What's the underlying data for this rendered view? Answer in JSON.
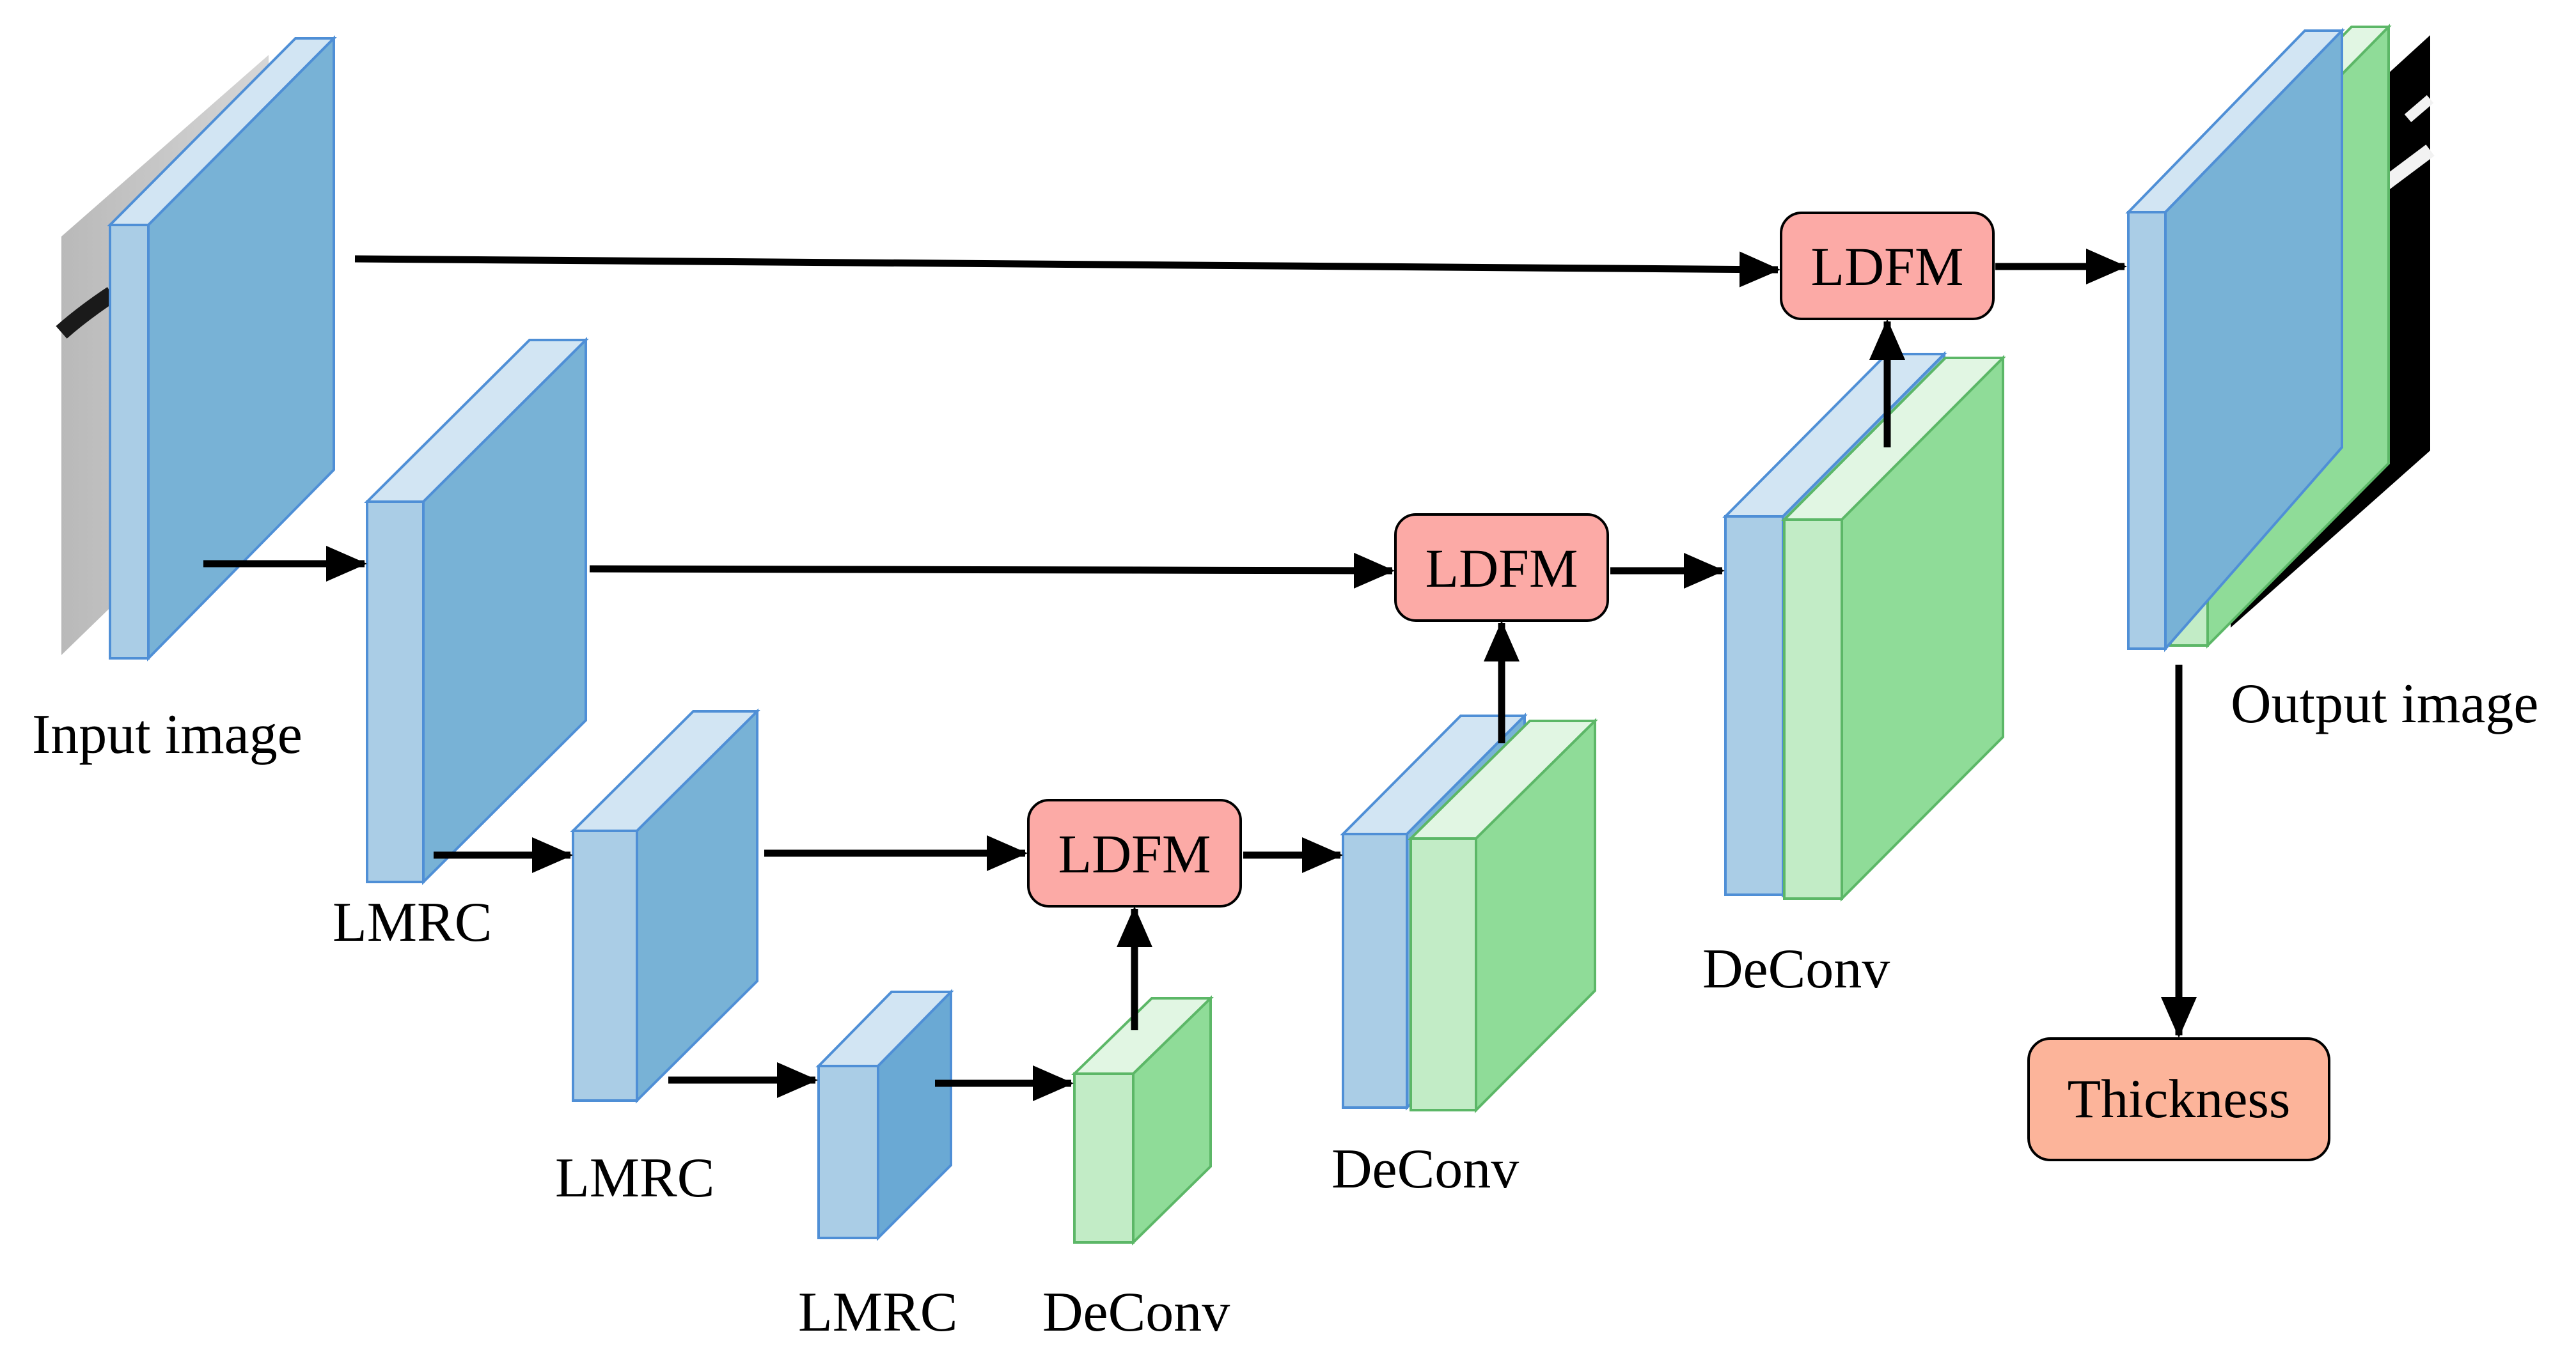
{
  "labels": {
    "input_image": "Input image",
    "output_image": "Output image",
    "lmrc_1": "LMRC",
    "lmrc_2": "LMRC",
    "lmrc_3": "LMRC",
    "deconv_1": "DeConv",
    "deconv_2": "DeConv",
    "deconv_3": "DeConv",
    "ldfm_1": "LDFM",
    "ldfm_2": "LDFM",
    "ldfm_3": "LDFM",
    "thickness": "Thickness"
  },
  "colors": {
    "blue_front": "#aacde6",
    "blue_side": "#78b2d6",
    "blue_top": "#d2e5f3",
    "blue_stroke": "#4f8fd6",
    "green_front": "#c2ecc6",
    "green_side": "#8fdc98",
    "green_top": "#e1f6e3",
    "green_stroke": "#5cb767",
    "ldfm_fill": "#fcaaa6",
    "thickness_fill": "#fcb49a",
    "arrow": "#000000"
  }
}
